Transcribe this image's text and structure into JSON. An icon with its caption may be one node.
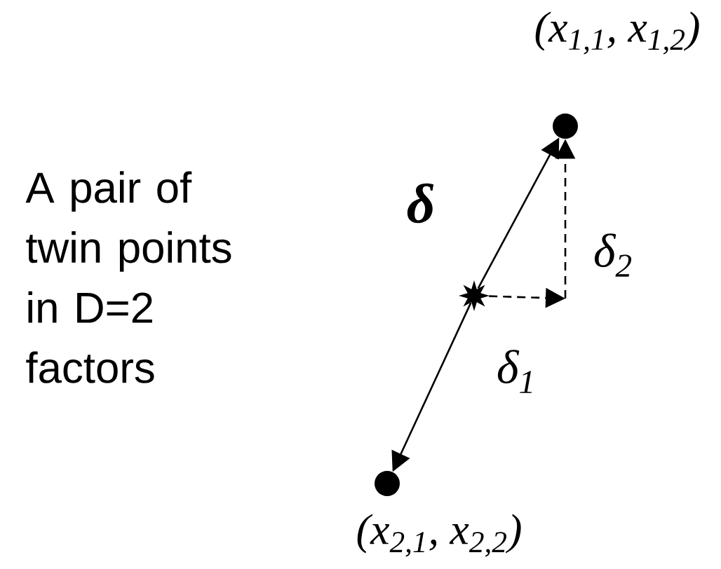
{
  "diagram": {
    "nodes": [
      {
        "text": [],
        "shape": "circle",
        "beside": [
          "(x$_{1,1}$, x$_{1,2}$)"
        ]
      },
      {
        "text": [],
        "shape": "star"
      },
      {
        "text": [],
        "shape": "circle",
        "beside": [
          "(x$_{2,1}$, x$_{2,2}$)"
        ]
      }
    ],
    "edges": [
      {
        "from": 1,
        "to": 0,
        "arrow": "to",
        "label": "δ"
      },
      {
        "from": 1,
        "to": 2,
        "arrow": "to"
      },
      {
        "from": 1,
        "to": null,
        "arrow": "to",
        "style": "dashed",
        "label": "δ$_{1}$"
      },
      {
        "from": null,
        "to": 0,
        "arrow": "to",
        "style": "dashed",
        "label": "δ$_{2}$"
      }
    ],
    "labels": [
      "A pair of twin points in D=2 factors"
    ]
  }
}
